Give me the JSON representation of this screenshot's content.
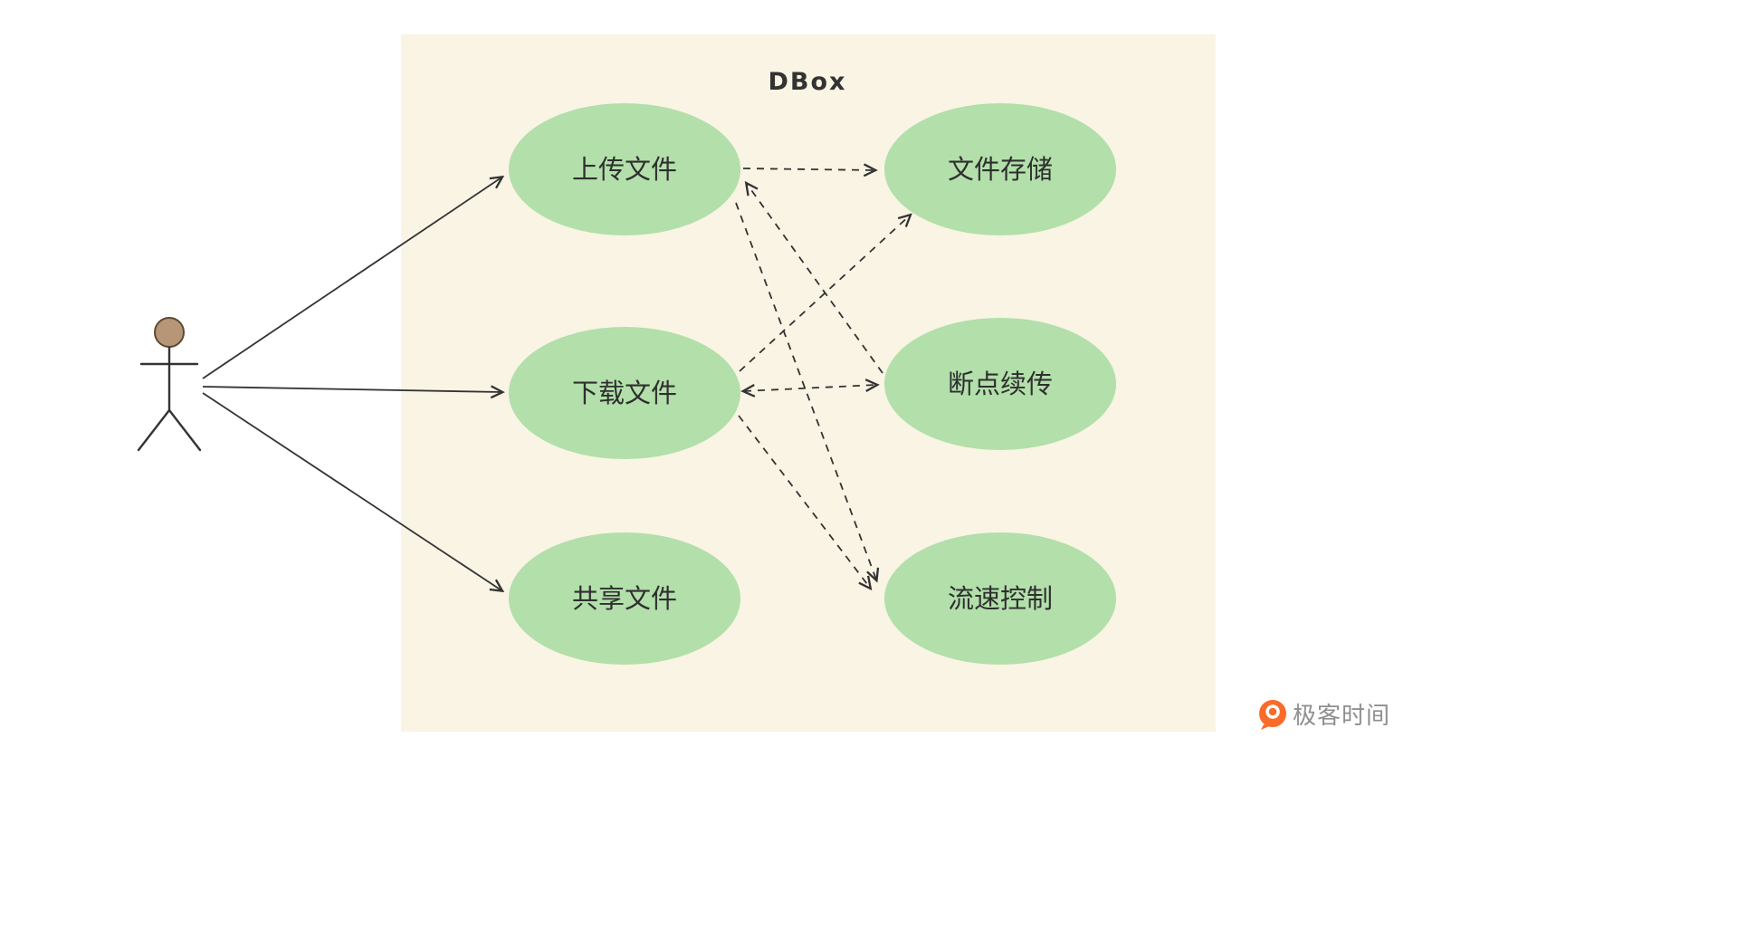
{
  "diagram": {
    "title": "DBox",
    "actor": {
      "name": "user"
    },
    "use_cases": [
      {
        "id": "upload",
        "label": "上传文件"
      },
      {
        "id": "download",
        "label": "下载文件"
      },
      {
        "id": "share",
        "label": "共享文件"
      },
      {
        "id": "storage",
        "label": "文件存储"
      },
      {
        "id": "resume",
        "label": "断点续传"
      },
      {
        "id": "speed",
        "label": "流速控制"
      }
    ],
    "actor_links": [
      {
        "from": "actor",
        "to": "upload",
        "style": "solid-arrow"
      },
      {
        "from": "actor",
        "to": "download",
        "style": "solid-arrow"
      },
      {
        "from": "actor",
        "to": "share",
        "style": "solid-arrow"
      }
    ],
    "edges": [
      {
        "from": "upload",
        "to": "storage",
        "style": "dashed-arrow"
      },
      {
        "from": "download",
        "to": "storage",
        "style": "dashed-arrow"
      },
      {
        "from": "upload",
        "to": "speed",
        "style": "dashed-arrow"
      },
      {
        "from": "download",
        "to": "speed",
        "style": "dashed-arrow"
      },
      {
        "from": "resume",
        "to": "upload",
        "style": "dashed-arrow"
      },
      {
        "from": "download",
        "to": "resume",
        "style": "dashed-arrow-both"
      }
    ],
    "colors": {
      "boundary_fill": "#f9f4e4",
      "node_fill": "#b2dfaa",
      "line": "#333333",
      "text": "#2f2f2f"
    }
  },
  "watermark": {
    "text": "极客时间",
    "color": "#8f8f8f",
    "icon": "geektime-logo-icon",
    "icon_color": "#fb6a28"
  }
}
